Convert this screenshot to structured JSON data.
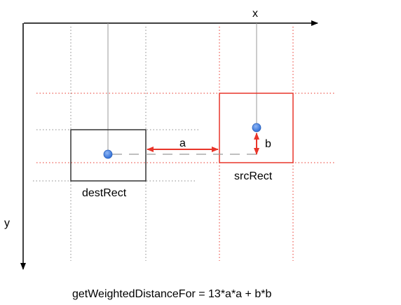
{
  "axes": {
    "x_label": "x",
    "y_label": "y"
  },
  "dest": {
    "label": "destRect"
  },
  "src": {
    "label": "srcRect"
  },
  "distances": {
    "a_label": "a",
    "b_label": "b"
  },
  "formula": "getWeightedDistanceFor = 13*a*a + b*b",
  "colors": {
    "axis": "#000000",
    "dest_border": "#333333",
    "src_border": "#e8352a",
    "dest_guide": "#777777",
    "src_guide": "#e8352a",
    "point": "#4a86e8",
    "arrow": "#e8352a"
  }
}
